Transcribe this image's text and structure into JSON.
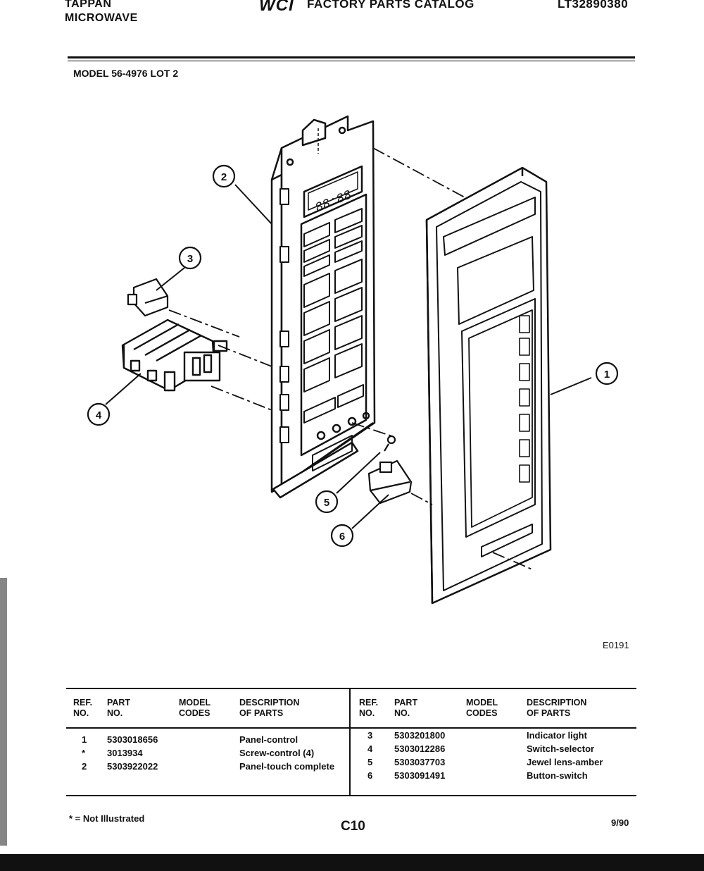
{
  "header": {
    "brand_line1": "TAPPAN",
    "brand_line2": "MICROWAVE",
    "logo": "WCI",
    "catalog_title": "FACTORY PARTS CATALOG",
    "doc_number": "LT32890380"
  },
  "model_line": "MODEL 56-4976 LOT 2",
  "figure_code": "E0191",
  "callouts": [
    "1",
    "2",
    "3",
    "4",
    "5",
    "6"
  ],
  "display_digits": "88:88",
  "table": {
    "headers": {
      "ref_no": [
        "REF.",
        "NO."
      ],
      "part_no": [
        "PART",
        "NO."
      ],
      "model_codes": [
        "MODEL",
        "CODES"
      ],
      "description": [
        "DESCRIPTION",
        "OF PARTS"
      ]
    },
    "left_rows": [
      {
        "ref": "1",
        "part": "5303018656",
        "codes": "",
        "desc": "Panel-control"
      },
      {
        "ref": "*",
        "part": "3013934",
        "codes": "",
        "desc": "Screw-control (4)"
      },
      {
        "ref": "2",
        "part": "5303922022",
        "codes": "",
        "desc": "Panel-touch complete"
      }
    ],
    "right_rows": [
      {
        "ref": "3",
        "part": "5303201800",
        "codes": "",
        "desc": "Indicator light"
      },
      {
        "ref": "4",
        "part": "5303012286",
        "codes": "",
        "desc": "Switch-selector"
      },
      {
        "ref": "5",
        "part": "5303037703",
        "codes": "",
        "desc": "Jewel lens-amber"
      },
      {
        "ref": "6",
        "part": "5303091491",
        "codes": "",
        "desc": "Button-switch"
      }
    ]
  },
  "footnote": "* = Not Illustrated",
  "page_number": "C10",
  "date": "9/90"
}
